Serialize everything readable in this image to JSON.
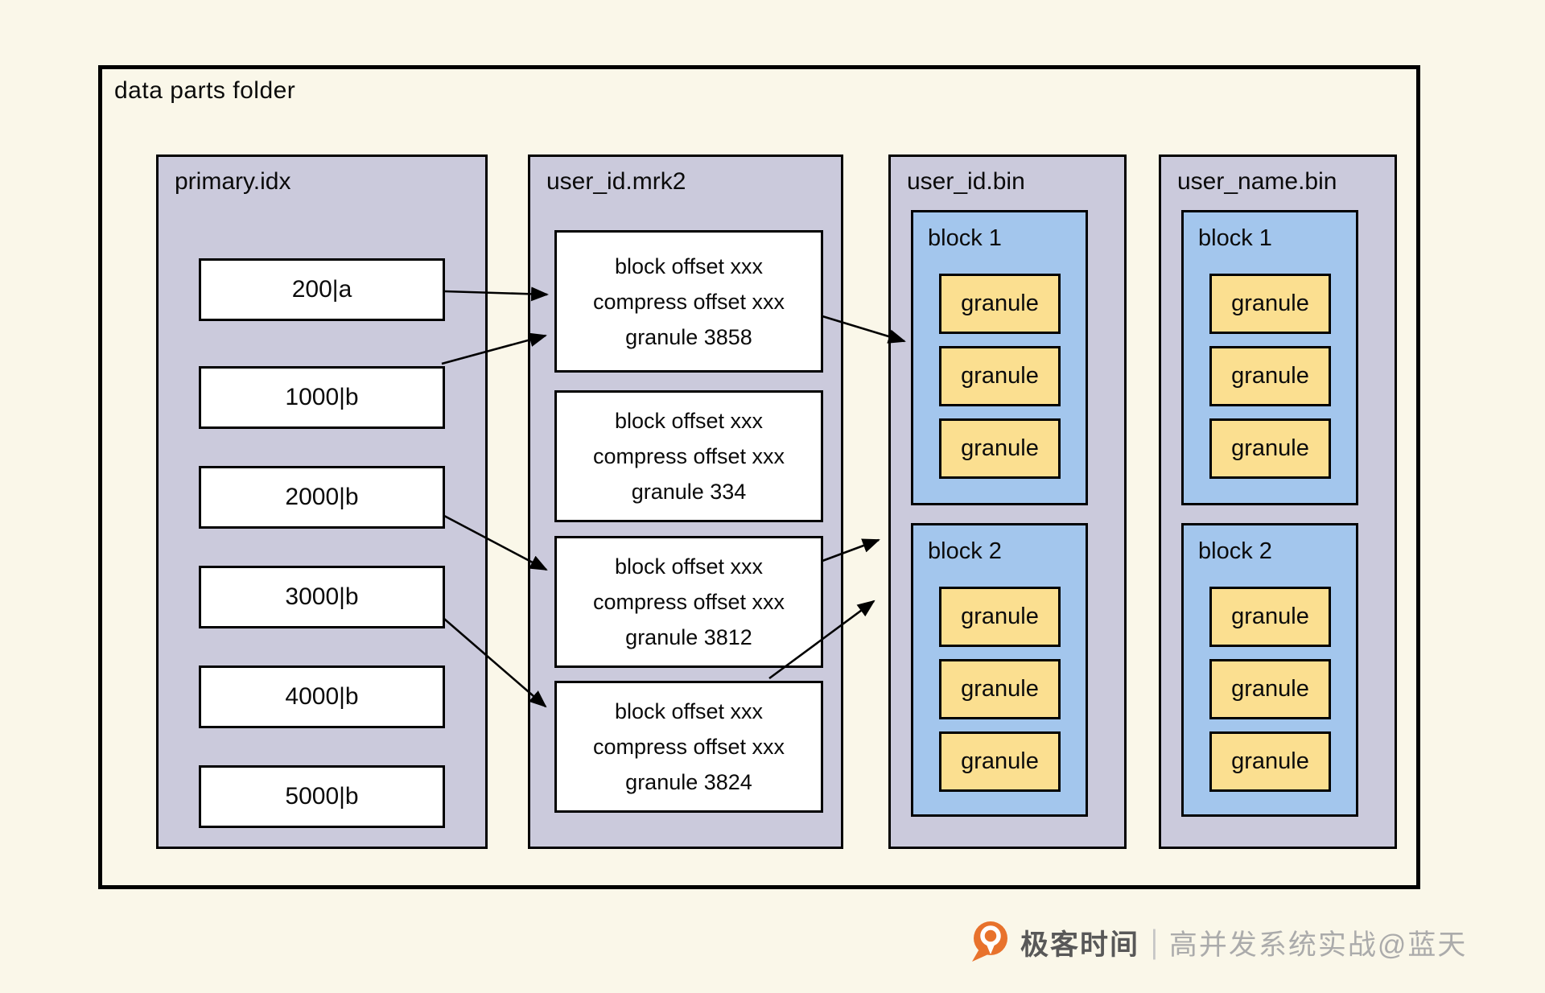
{
  "title": "data parts folder",
  "primary": {
    "label": "primary.idx",
    "boxes": [
      "200|a",
      "1000|b",
      "2000|b",
      "3000|b",
      "4000|b",
      "5000|b"
    ]
  },
  "mrk": {
    "label": "user_id.mrk2",
    "boxes": [
      {
        "l1": "block offset xxx",
        "l2": "compress offset xxx",
        "l3": "granule 3858"
      },
      {
        "l1": "block offset xxx",
        "l2": "compress offset xxx",
        "l3": "granule 334"
      },
      {
        "l1": "block offset xxx",
        "l2": "compress offset xxx",
        "l3": "granule 3812"
      },
      {
        "l1": "block offset xxx",
        "l2": "compress offset xxx",
        "l3": "granule 3824"
      }
    ]
  },
  "user_id_bin": {
    "label": "user_id.bin",
    "blocks": [
      {
        "label": "block 1",
        "granules": [
          "granule",
          "granule",
          "granule"
        ]
      },
      {
        "label": "block 2",
        "granules": [
          "granule",
          "granule",
          "granule"
        ]
      }
    ]
  },
  "user_name_bin": {
    "label": "user_name.bin",
    "blocks": [
      {
        "label": "block 1",
        "granules": [
          "granule",
          "granule",
          "granule"
        ]
      },
      {
        "label": "block 2",
        "granules": [
          "granule",
          "granule",
          "granule"
        ]
      }
    ]
  },
  "watermark": {
    "brand": "极客时间",
    "divider": "|",
    "credit": "高并发系统实战@蓝天"
  },
  "colors": {
    "background": "#FAF7E9",
    "panel": "#CBCADC",
    "block_blue": "#A3C6ED",
    "granule_yellow": "#FBDF90",
    "border": "#000000",
    "logo_orange": "#E8722C",
    "watermark_brand": "#585858",
    "watermark_credit": "#ABABAB"
  }
}
